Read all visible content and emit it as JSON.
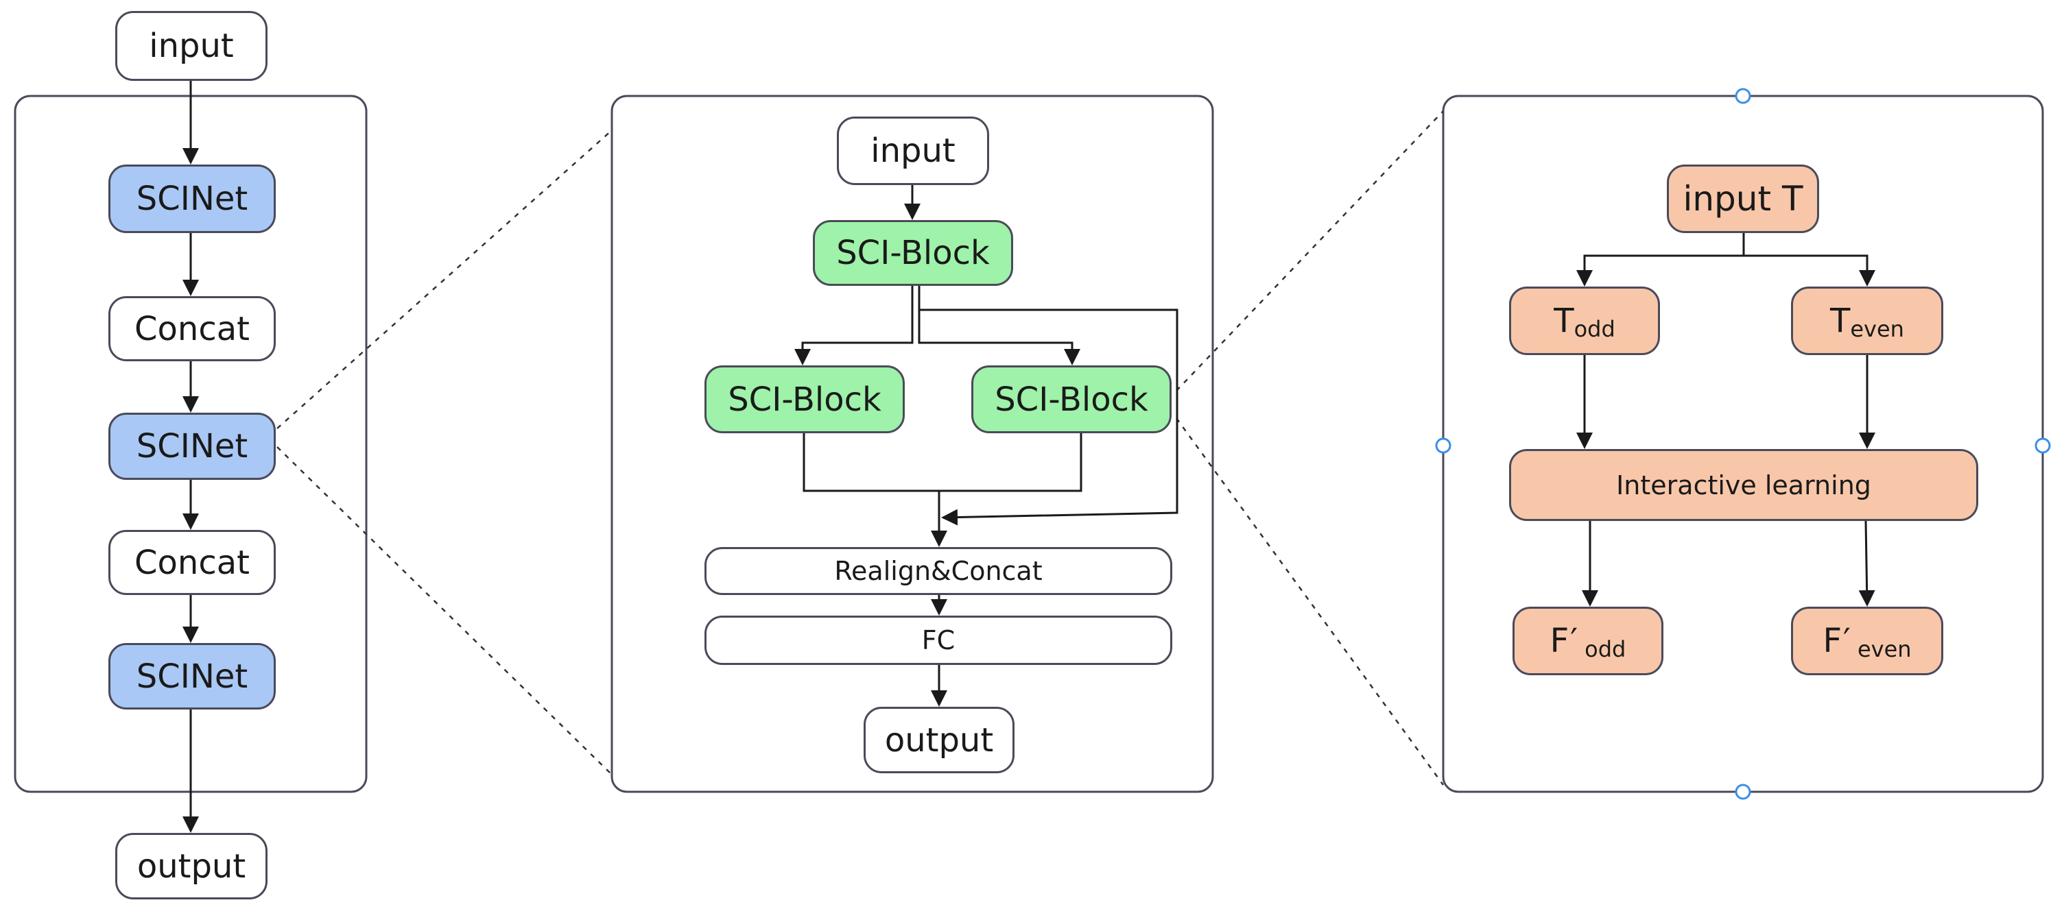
{
  "left": {
    "input": "input",
    "scinet_1": "SCINet",
    "concat_1": "Concat",
    "scinet_2": "SCINet",
    "concat_2": "Concat",
    "scinet_3": "SCINet",
    "output": "output"
  },
  "middle": {
    "input": "input",
    "sci_block_top": "SCI-Block",
    "sci_block_left": "SCI-Block",
    "sci_block_right": "SCI-Block",
    "realign_concat": "Realign&Concat",
    "fc": "FC",
    "output": "output"
  },
  "right": {
    "input_t": "input T",
    "t_odd_main": "T",
    "t_odd_sub": "odd",
    "t_even_main": "T",
    "t_even_sub": "even",
    "interactive": "Interactive learning",
    "f_odd_main": "F",
    "f_odd_prime": "′",
    "f_odd_sub": "odd",
    "f_even_main": "F",
    "f_even_prime": "′",
    "f_even_sub": "even"
  },
  "colors": {
    "scinet": "#a9c8f5",
    "sci_block": "#9ef2a9",
    "interactive_nodes": "#f8c7a9",
    "border": "#4a4a5a",
    "selection_handle": "#3b8ee8"
  }
}
